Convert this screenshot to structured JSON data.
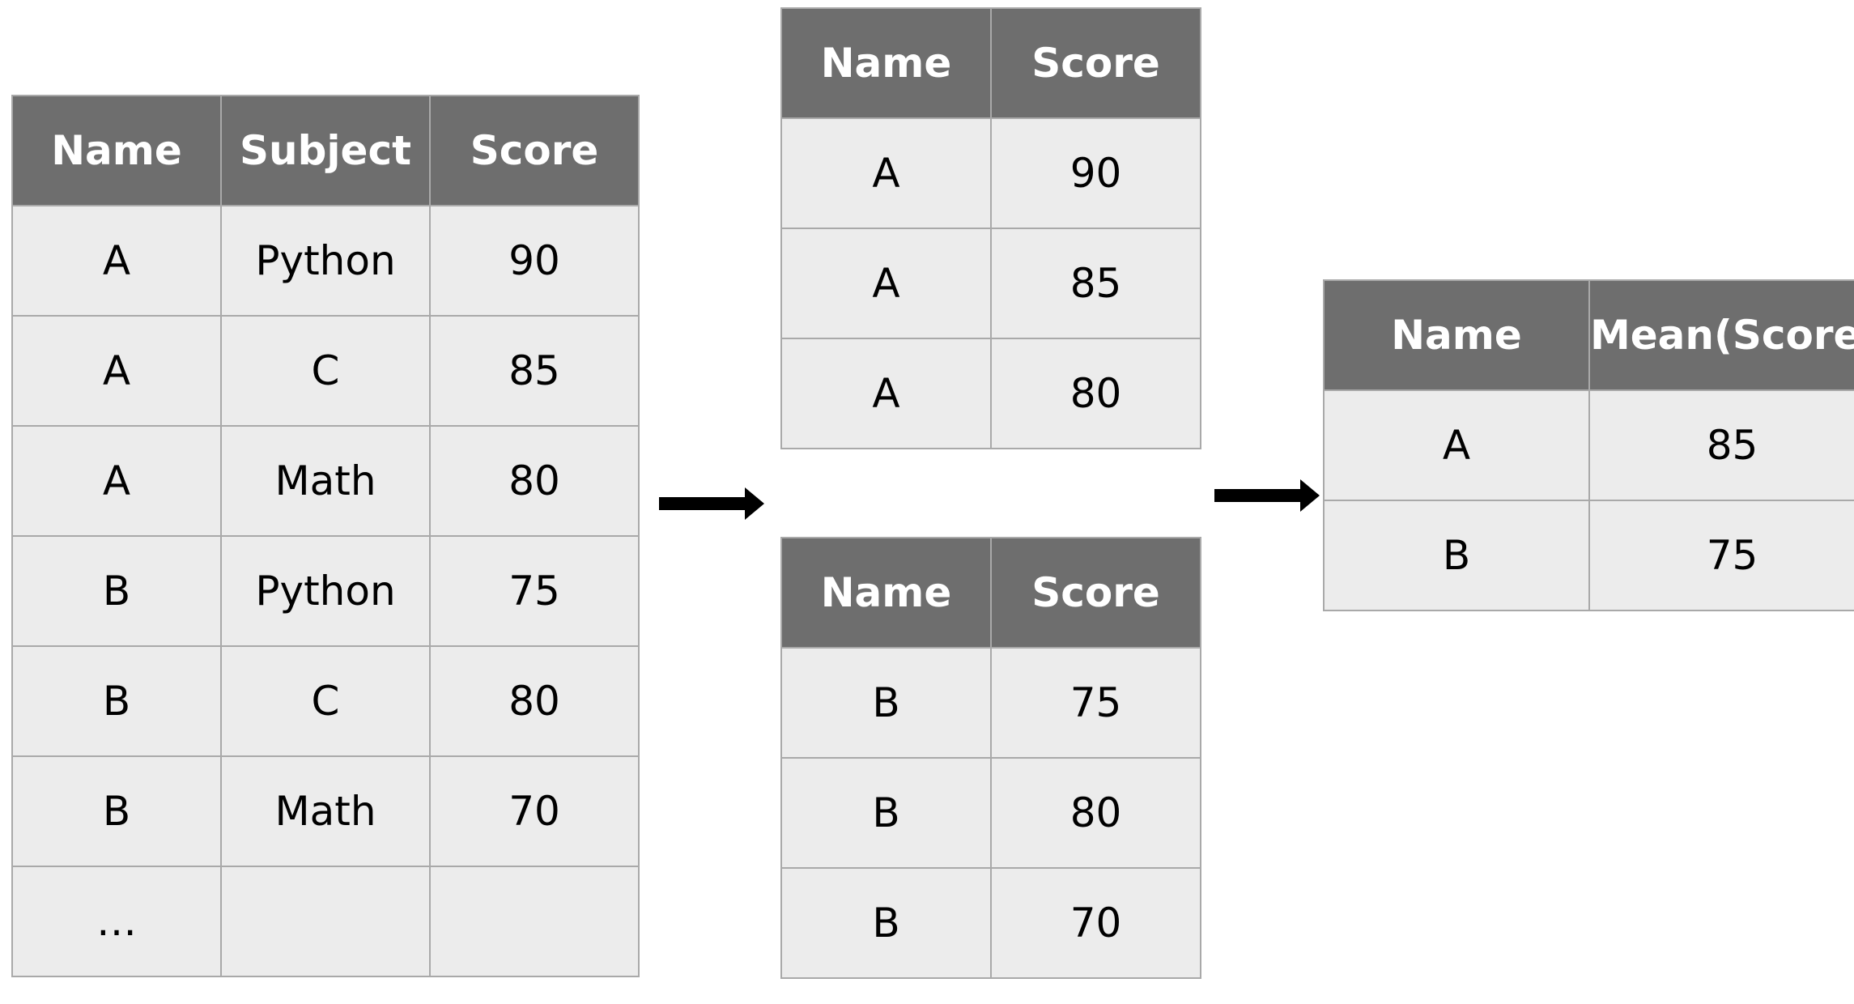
{
  "source_table": {
    "headers": [
      "Name",
      "Subject",
      "Score"
    ],
    "rows": [
      [
        "A",
        "Python",
        "90"
      ],
      [
        "A",
        "C",
        "85"
      ],
      [
        "A",
        "Math",
        "80"
      ],
      [
        "B",
        "Python",
        "75"
      ],
      [
        "B",
        "C",
        "80"
      ],
      [
        "B",
        "Math",
        "70"
      ],
      [
        "…",
        "",
        ""
      ]
    ]
  },
  "group_a_table": {
    "headers": [
      "Name",
      "Score"
    ],
    "rows": [
      [
        "A",
        "90"
      ],
      [
        "A",
        "85"
      ],
      [
        "A",
        "80"
      ]
    ]
  },
  "group_b_table": {
    "headers": [
      "Name",
      "Score"
    ],
    "rows": [
      [
        "B",
        "75"
      ],
      [
        "B",
        "80"
      ],
      [
        "B",
        "70"
      ]
    ]
  },
  "result_table": {
    "headers": [
      "Name",
      "Mean(Score)"
    ],
    "rows": [
      [
        "A",
        "85"
      ],
      [
        "B",
        "75"
      ]
    ]
  },
  "colors": {
    "header_bg": "#6e6e6e",
    "header_text": "#ffffff",
    "cell_bg": "#ececec",
    "border": "#a9a9a9",
    "arrow": "#000000"
  },
  "icons": {
    "arrow_1": "right-arrow-icon",
    "arrow_2": "right-arrow-icon"
  }
}
